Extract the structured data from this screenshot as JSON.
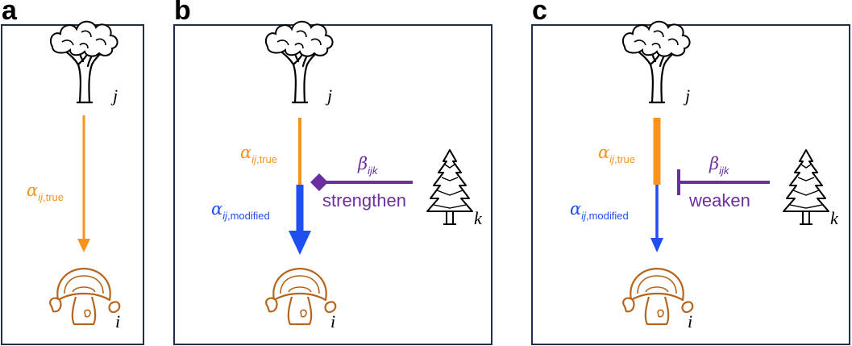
{
  "panels": [
    {
      "letter": "a",
      "source_label": "j",
      "target_label": "i",
      "alpha_true": {
        "symbol": "α",
        "sub_italic": "ij",
        "sub_rest": ",true"
      }
    },
    {
      "letter": "b",
      "source_label": "j",
      "target_label": "i",
      "modifier_label": "k",
      "alpha_true": {
        "symbol": "α",
        "sub_italic": "ij",
        "sub_rest": ",true"
      },
      "alpha_modified": {
        "symbol": "α",
        "sub_italic": "ij",
        "sub_rest": ",modified"
      },
      "beta": {
        "symbol": "β",
        "sub_italic": "ijk"
      },
      "effect": "strengthen"
    },
    {
      "letter": "c",
      "source_label": "j",
      "target_label": "i",
      "modifier_label": "k",
      "alpha_true": {
        "symbol": "α",
        "sub_italic": "ij",
        "sub_rest": ",true"
      },
      "alpha_modified": {
        "symbol": "α",
        "sub_italic": "ij",
        "sub_rest": ",modified"
      },
      "beta": {
        "symbol": "β",
        "sub_italic": "ijk"
      },
      "effect": "weaken"
    }
  ],
  "colors": {
    "frame": "#1e2f4f",
    "alpha_true": "#f7941d",
    "alpha_modified": "#1f4ff0",
    "beta": "#6b2fa0",
    "mushroom": "#b5651d",
    "tree": "#000000"
  },
  "icons": {
    "source": "broadleaf-tree-icon",
    "target": "mushroom-icon",
    "modifier": "conifer-tree-icon"
  }
}
